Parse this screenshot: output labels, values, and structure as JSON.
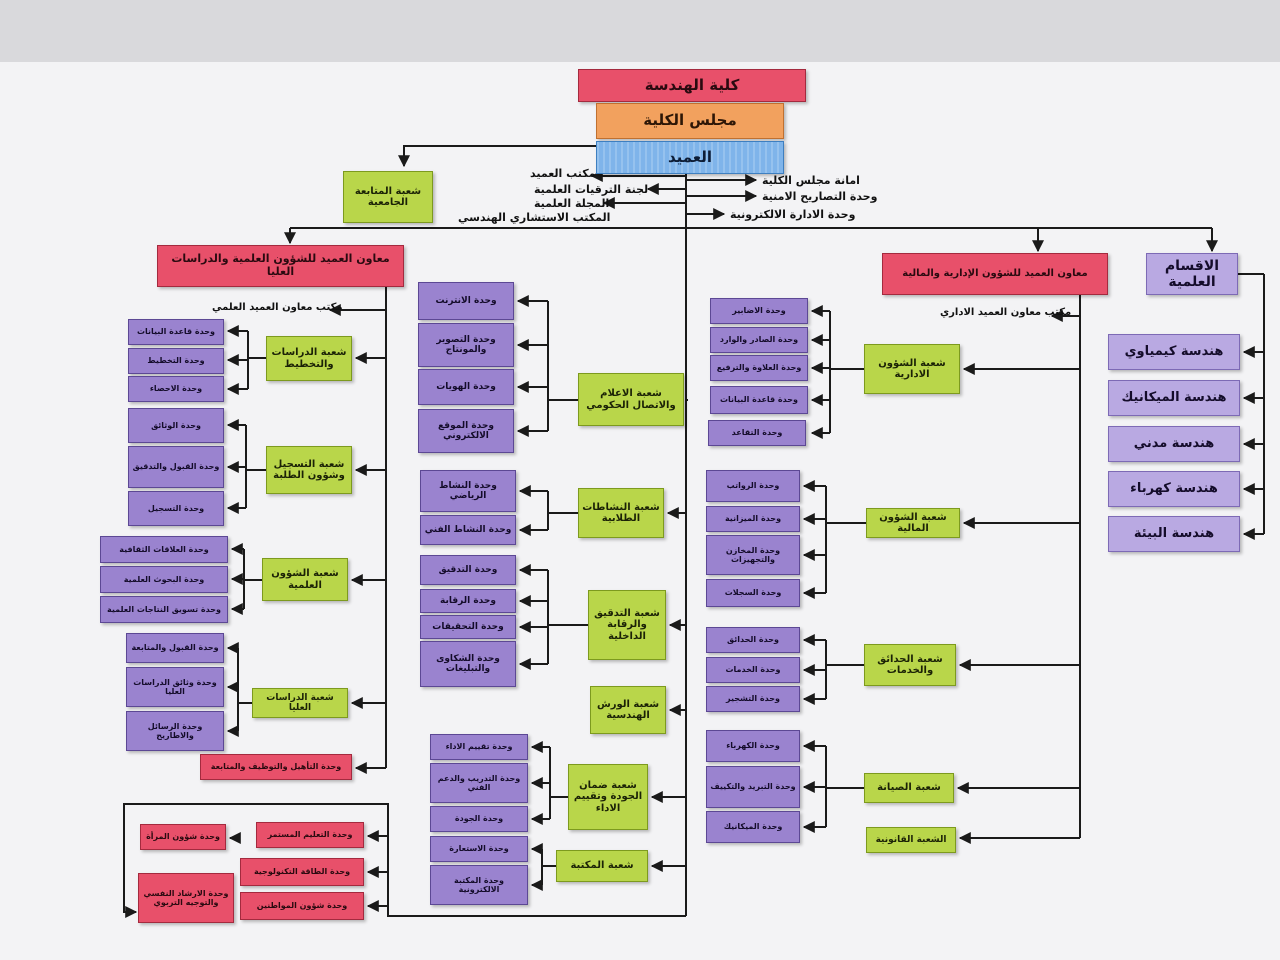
{
  "header": {
    "faculty": "كلية الهندسة",
    "council": "مجلس الكلية",
    "dean": "العميد"
  },
  "dean_left_offices": [
    "مكتب العميد",
    "لجنة الترقيات العلمية",
    "المجلة العلمية",
    "المكتب الاستشاري الهندسي"
  ],
  "dean_right_offices": [
    "امانة مجلس الكلية",
    "وحدة التصاريح الامنية",
    "وحدة الادارة الالكترونية"
  ],
  "followup": "شعبة المتابعة الجامعية",
  "sci_deputy": {
    "title": "معاون العميد للشؤون العلمية والدراسات العليا",
    "office": "مكتب معاون العميد العلمي",
    "sections": [
      {
        "name": "شعبة الدراسات والتخطيط",
        "units": [
          "وحدة قاعدة البيانات",
          "وحدة التخطيط",
          "وحدة الاحصاء"
        ]
      },
      {
        "name": "شعبة التسجيل وشؤون الطلبة",
        "units": [
          "وحدة الوثائق",
          "وحدة القبول والتدقيق",
          "وحدة التسجيل"
        ]
      },
      {
        "name": "شعبة الشؤون العلمية",
        "units": [
          "وحدة العلاقات الثقافية",
          "وحدة البحوث العلمية",
          "وحدة تسويق النتاجات العلمية"
        ]
      },
      {
        "name": "شعبة الدراسات العليا",
        "units": [
          "وحدة القبول والمتابعة",
          "وحدة وثائق الدراسات العليا",
          "وحدة الرسائل والاطاريح"
        ]
      }
    ],
    "rehab": "وحدة التأهيل والتوظيف والمتابعة"
  },
  "center": {
    "sections": [
      {
        "name": "شعبة الاعلام والاتصال الحكومي",
        "units": [
          "وحدة الانترنت",
          "وحدة التصوير والمونتاج",
          "وحدة الهويات",
          "وحدة الموقع الالكتروني"
        ]
      },
      {
        "name": "شعبة النشاطات الطلابية",
        "units": [
          "وحدة النشاط الرياضي",
          "وحدة النشاط الفني"
        ]
      },
      {
        "name": "شعبة التدقيق والرقابة الداخلية",
        "units": [
          "وحدة التدقيق",
          "وحدة الرقابة",
          "وحدة التحقيقات",
          "وحدة الشكاوى والتبليغات"
        ]
      },
      {
        "name": "شعبة الورش الهندسية",
        "units": []
      },
      {
        "name": "شعبة ضمان الجودة وتقييم الاداء",
        "units": [
          "وحدة تقييم الاداء",
          "وحدة التدريب والدعم الفني",
          "وحدة الجودة"
        ]
      },
      {
        "name": "شعبة المكتبة",
        "units": [
          "وحدة الاستعارة",
          "وحدة المكتبة الالكترونية"
        ]
      }
    ]
  },
  "bottom_units": {
    "pairs": [
      [
        "وحدة التعليم المستمر",
        "وحدة شؤون المرأة"
      ],
      [
        "وحدة الطاقة التكنولوجية"
      ],
      [
        "وحدة شؤون المواطنين",
        "وحدة الارشاد النفسي والتوجيه التربوي"
      ]
    ]
  },
  "admin_deputy": {
    "title": "معاون العميد للشؤون الإدارية والمالية",
    "office": "مكتب معاون العميد الاداري",
    "sections": [
      {
        "name": "شعبة الشؤون الادارية",
        "units": [
          "وحدة الاضابير",
          "وحدة الصادر والوارد",
          "وحدة العلاوة والترفيع",
          "وحدة قاعدة البيانات",
          "وحدة التقاعد"
        ]
      },
      {
        "name": "شعبة الشؤون المالية",
        "units": [
          "وحدة الرواتب",
          "وحدة الميزانية",
          "وحدة المخازن والتجهيزات",
          "وحدة السجلات"
        ]
      },
      {
        "name": "شعبة الحدائق والخدمات",
        "units": [
          "وحدة الحدائق",
          "وحدة الخدمات",
          "وحدة التشجير"
        ]
      },
      {
        "name": "شعبة الصيانة",
        "units": [
          "وحدة الكهرباء",
          "وحدة التبريد والتكييف",
          "وحدة الميكانيك"
        ]
      },
      {
        "name": "الشعبة القانونية",
        "units": []
      }
    ]
  },
  "departments": {
    "title": "الاقسام العلمية",
    "items": [
      "هندسة كيمياوي",
      "هندسة الميكانيك",
      "هندسة مدني",
      "هندسة كهرباء",
      "هندسة البيئة"
    ]
  },
  "colors": {
    "top_red": "#e8506a",
    "council_orange": "#f2a15e",
    "dean_blue": "#7fb4ea",
    "section_green": "#b9d64a",
    "unit_purple": "#9a83cf",
    "department_lilac": "#b9a9e2",
    "connector": "#1a1a1a"
  }
}
